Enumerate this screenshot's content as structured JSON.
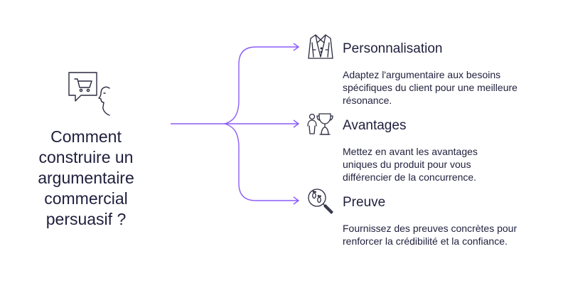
{
  "central": {
    "question": "Comment construire un argumentaire commercial persuasif ?",
    "icon": "salesperson-cart-speech-icon"
  },
  "branches": [
    {
      "title": "Personnalisation",
      "description": "Adaptez l'argumentaire aux besoins spécifiques du client pour une meilleure résonance.",
      "icon": "suit-jacket-icon"
    },
    {
      "title": "Avantages",
      "description": "Mettez en avant les avantages uniques du produit pour vous différencier de la concurrence.",
      "icon": "person-trophy-icon"
    },
    {
      "title": "Preuve",
      "description": "Fournissez des preuves concrètes pour renforcer la crédibilité et la confiance.",
      "icon": "magnifier-footprints-icon"
    }
  ],
  "colors": {
    "connector": "#8b5cf6",
    "text": "#1f1f3d",
    "icon_stroke": "#2a2a40"
  }
}
